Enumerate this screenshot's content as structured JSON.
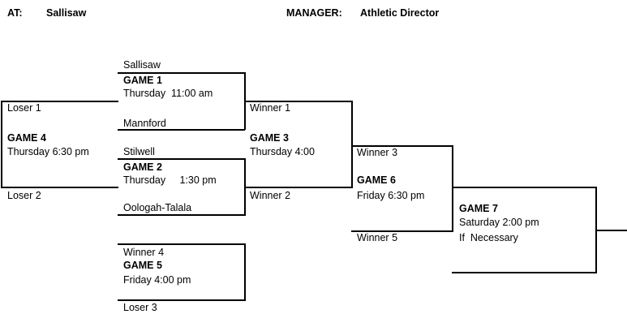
{
  "header": {
    "at_label": "AT:",
    "at_value": "Sallisaw",
    "manager_label": "MANAGER:",
    "manager_value": "Athletic Director"
  },
  "games": {
    "g1": {
      "title": "GAME 1",
      "time": "Thursday  11:00 am",
      "top_team": "Sallisaw",
      "bottom_team": "Mannford"
    },
    "g2": {
      "title": "GAME 2",
      "time": "Thursday     1:30 pm",
      "top_team": "Stilwell",
      "bottom_team": "Oologah-Talala"
    },
    "g3": {
      "title": "GAME 3",
      "time": "Thursday 4:00",
      "top_team": "Winner 1",
      "bottom_team": "Winner 2"
    },
    "g4": {
      "title": "GAME 4",
      "time": "Thursday 6:30 pm",
      "top_team": "Loser 1",
      "bottom_team": "Loser 2"
    },
    "g5": {
      "title": "GAME 5",
      "time": "Friday 4:00 pm",
      "top_team": "Winner 4",
      "bottom_team": "Loser 3"
    },
    "g6": {
      "title": "GAME 6",
      "time": "Friday 6:30 pm",
      "top_team": "Winner 3",
      "bottom_team": "Winner 5"
    },
    "g7": {
      "title": "GAME 7",
      "time": "Saturday 2:00 pm",
      "note": "If  Necessary"
    }
  }
}
